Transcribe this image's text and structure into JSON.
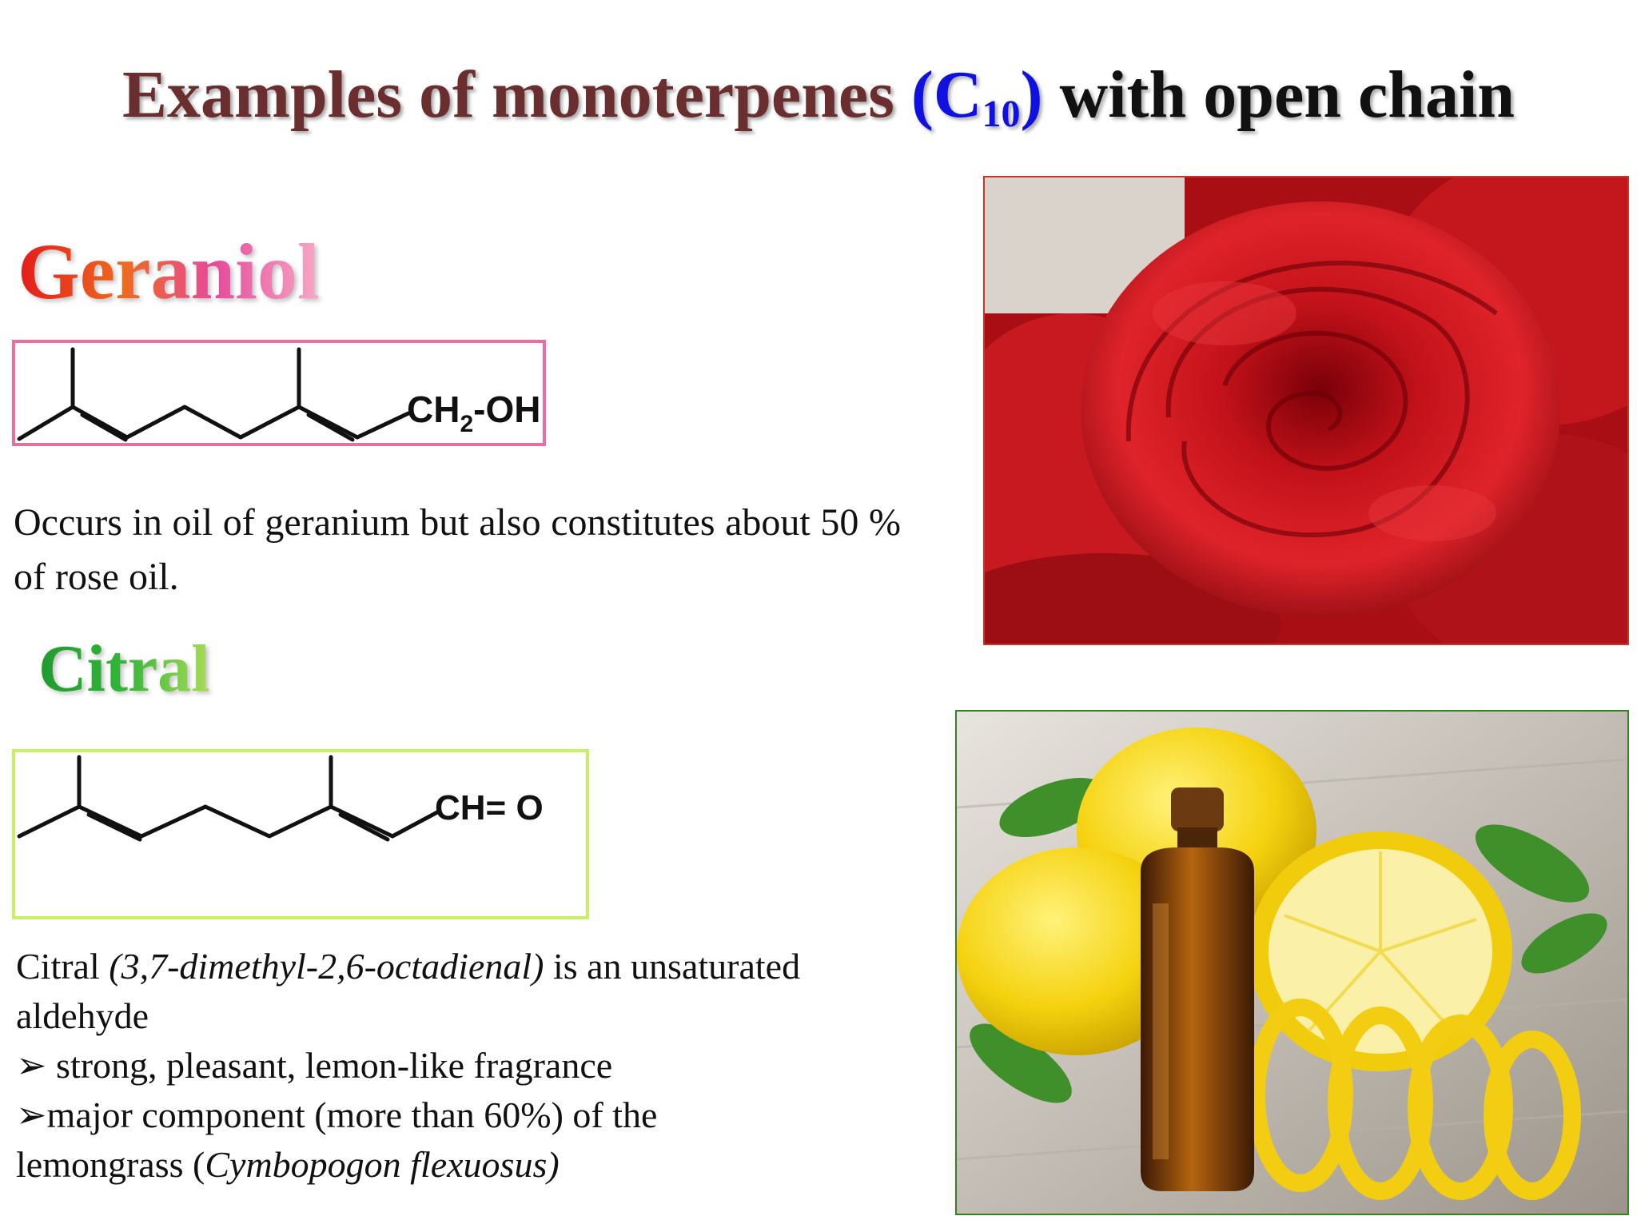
{
  "title": {
    "part1": "Examples of monoterpenes",
    "paren_open": "(C",
    "subscript": "10",
    "paren_close": ")",
    "part2": "with open chain"
  },
  "geraniol": {
    "heading": "Geraniol",
    "formula_group_ch": "CH",
    "formula_group_sub": "2",
    "formula_group_oh": "-OH",
    "description": "Occurs in oil of geranium but also constitutes about 50 % of rose oil."
  },
  "citral": {
    "heading": "Citral",
    "formula_group": "CH= O",
    "desc_name": "Citral",
    "desc_iupac": "(3,7-dimethyl-2,6-octadienal)",
    "desc_rest": "is an unsaturated aldehyde",
    "bullet1": "strong, pleasant, lemon-like fragrance",
    "bullet2_prefix": "major component (more than 60%) of the",
    "bullet2_line2_prefix": "lemongrass (",
    "bullet2_species": "Cymbopogon flexuosus)",
    "bullet_glyph": "➢"
  },
  "colors": {
    "title_dark": "#6b2e2e",
    "title_blue": "#1010e0",
    "geraniol_border": "#f06ca0",
    "citral_border": "#c8f062"
  },
  "images": {
    "rose": "red-roses-photo",
    "lemon": "lemons-with-essential-oil-bottle-photo"
  }
}
